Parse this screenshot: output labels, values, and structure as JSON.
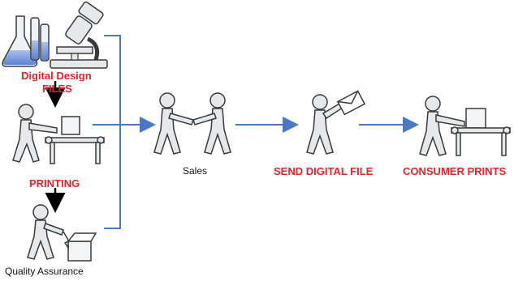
{
  "labels": {
    "digital_design_line1": "Digital Design",
    "digital_design_line2": "FILES",
    "printing": "PRINTING",
    "quality_assurance": "Quality Assurance",
    "sales": "Sales",
    "send_digital_file": "SEND DIGITAL FILE",
    "consumer_prints": "CONSUMER PRINTS"
  },
  "colors": {
    "accent_red": "#e8222a",
    "connector_blue": "#4a78c2",
    "figure_fill": "#e6e8ec",
    "figure_stroke": "#3a3a3a",
    "liquid_blue": "#7f9fdc",
    "down_arrow": "#000000"
  },
  "icons": [
    "flask-icon",
    "microscope-icon",
    "worker-at-conveyor-icon",
    "worker-inspecting-box-icon",
    "handshake-people-icon",
    "person-sending-file-icon",
    "worker-at-conveyor-icon"
  ]
}
